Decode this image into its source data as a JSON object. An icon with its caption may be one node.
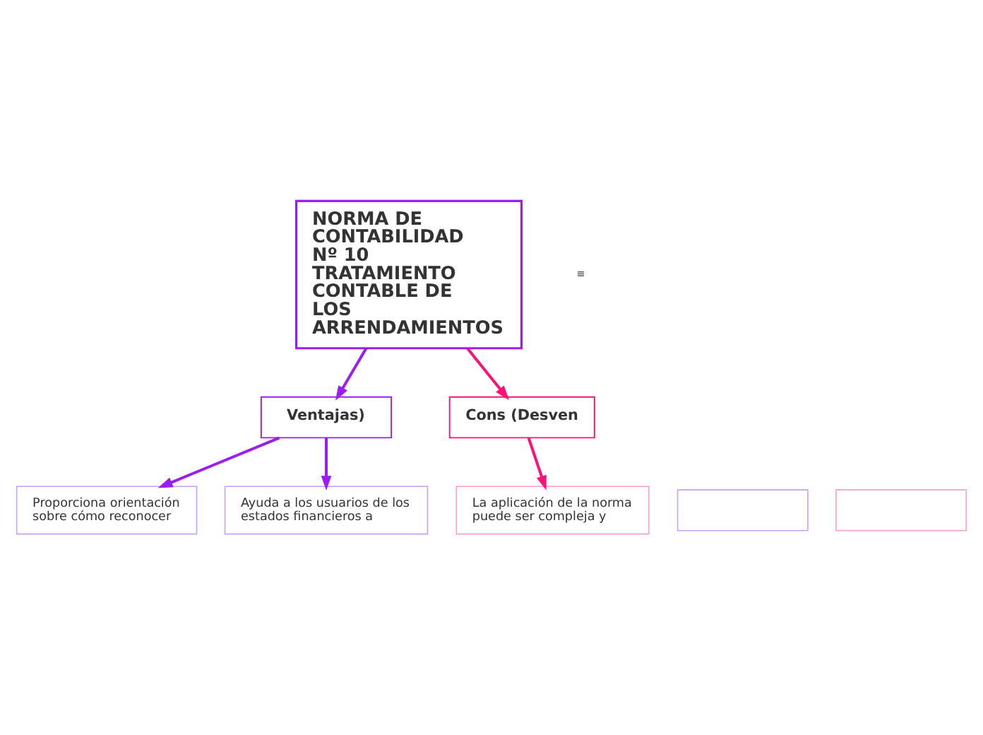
{
  "diagram": {
    "nodes": [
      {
        "text": [
          "NORMA DE CONTABILIDAD Nº 10 TRATAMIENTO CONTABLE DE LOS ARRENDAMIENTOS"
        ]
      },
      {
        "text": [
          "Ventajas)"
        ]
      },
      {
        "text": [
          "Cons (Desven"
        ]
      },
      {
        "text": [],
        "shape": "box"
      },
      {
        "text": [
          "Proporciona orientación sobre cómo reconocer"
        ]
      },
      {
        "text": [
          "Ayuda a los usuarios de los estados financieros a"
        ]
      },
      {
        "text": [
          "La aplicación de la norma puede ser compleja y"
        ]
      },
      {
        "text": [],
        "shape": "box"
      }
    ],
    "edges": [
      {
        "from": 0,
        "to": 1,
        "arrow": "to",
        "color": "#9b1cf5"
      },
      {
        "from": 0,
        "to": 2,
        "arrow": "to",
        "color": "#ff1177"
      },
      {
        "from": 1,
        "to": 4,
        "arrow": "to",
        "color": "#9b1cf5"
      },
      {
        "from": 1,
        "to": 5,
        "arrow": "to",
        "color": "#9b1cf5"
      },
      {
        "from": 2,
        "to": 6,
        "arrow": "to",
        "color": "#ff1177"
      }
    ],
    "labels": [
      "≡"
    ]
  }
}
